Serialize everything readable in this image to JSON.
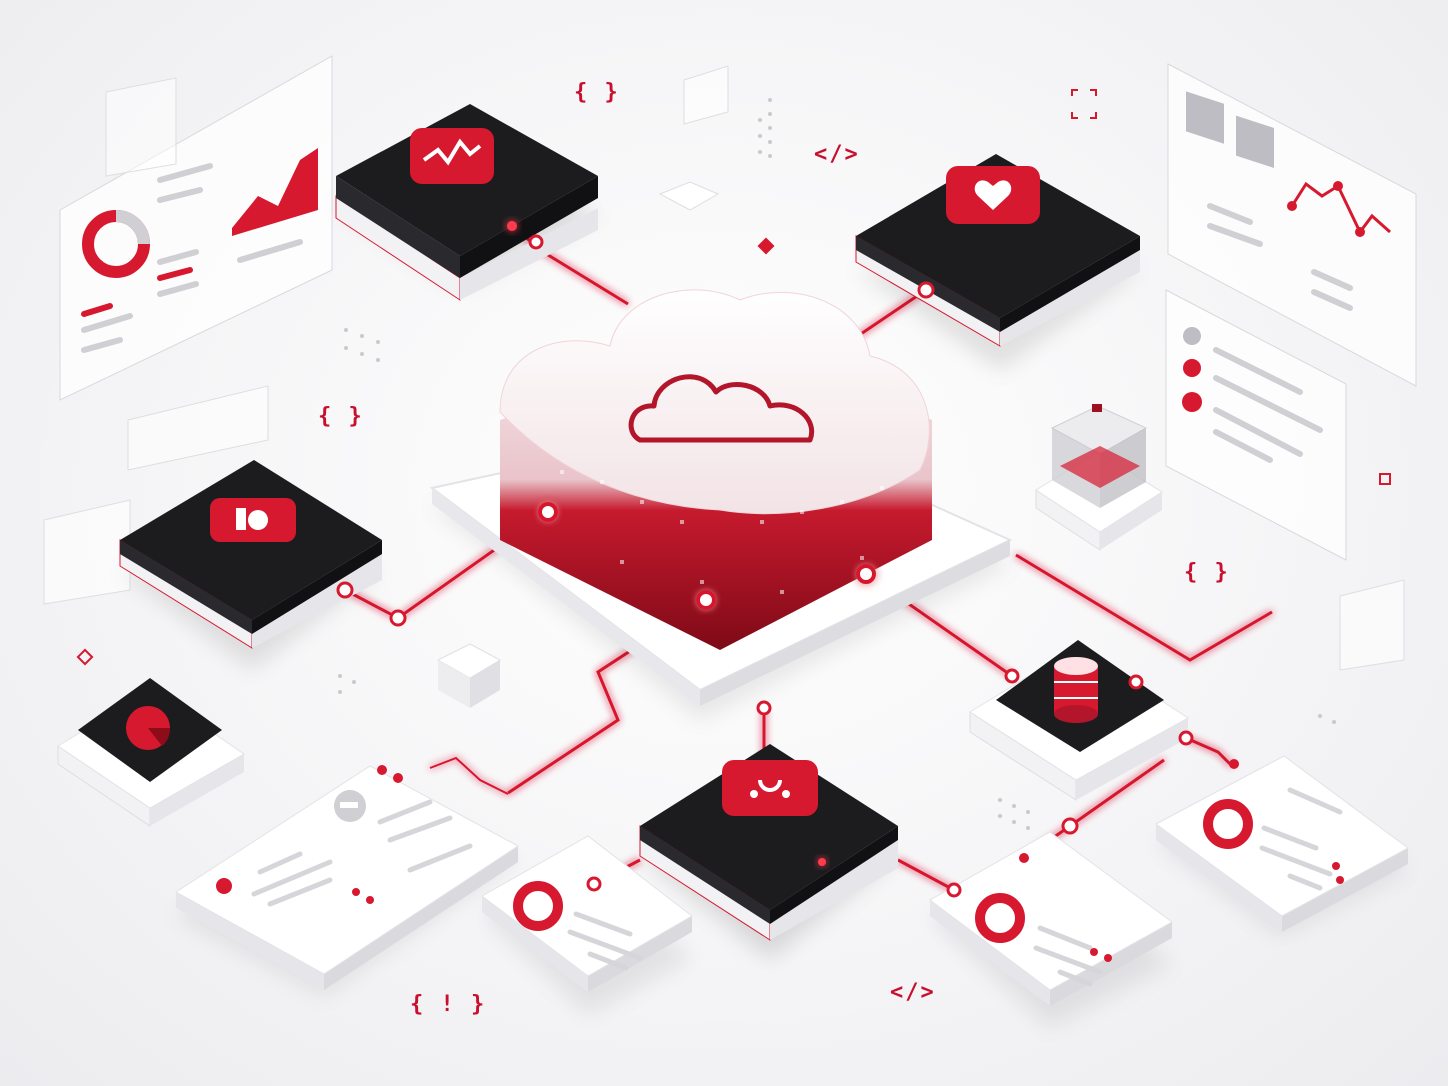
{
  "colors": {
    "accent": "#d7192f",
    "accent_dark": "#9e0f20",
    "node_dark": "#1c1c1f",
    "panel": "#ffffff",
    "panel_line": "#d6d6da",
    "background": "#f4f4f6"
  },
  "hub": {
    "icon": "cloud-icon"
  },
  "nodes": [
    {
      "id": "analytics",
      "icon": "line-chart-icon"
    },
    {
      "id": "health",
      "icon": "heart-icon"
    },
    {
      "id": "users",
      "icon": "user-profile-icon"
    },
    {
      "id": "reports",
      "icon": "pie-chart-icon"
    },
    {
      "id": "integration",
      "icon": "link-icon"
    },
    {
      "id": "database",
      "icon": "database-icon"
    }
  ],
  "symbols": {
    "braces_top": "{ }",
    "code_tag_top": "</>",
    "braces_left": "{ }",
    "braces_right": "{ }",
    "braces_alert": "{ ! }",
    "code_tag_bottom": "</>"
  }
}
